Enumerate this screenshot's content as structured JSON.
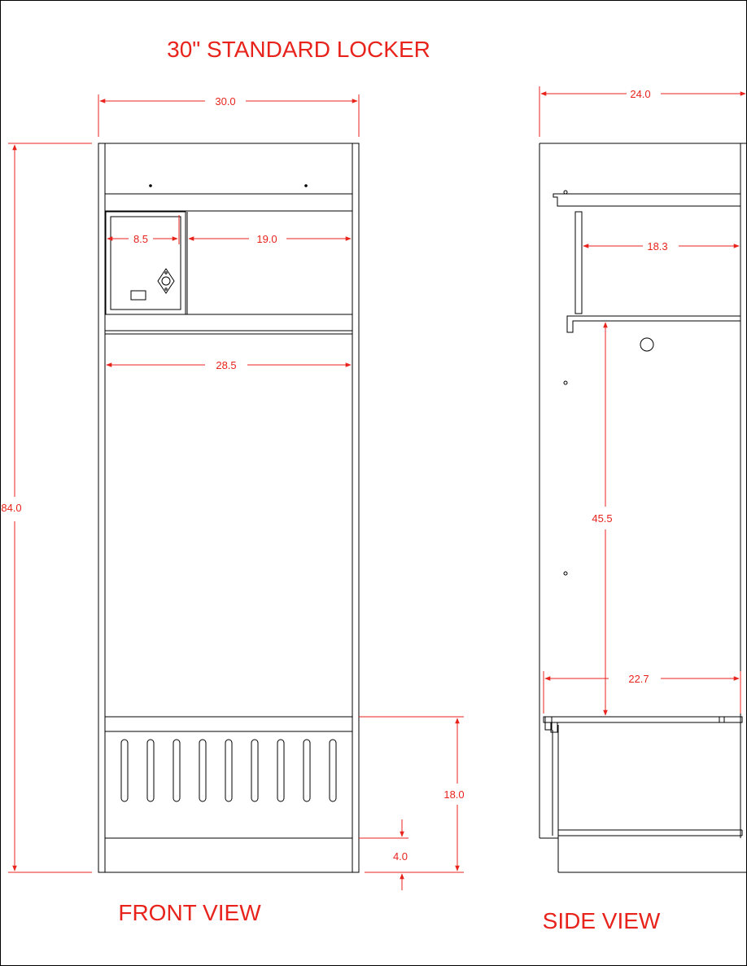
{
  "title": "30\" STANDARD LOCKER",
  "front_view_label": "FRONT VIEW",
  "side_view_label": "SIDE VIEW",
  "dimensions": {
    "front_width": "30.0",
    "height": "84.0",
    "safe_width": "8.5",
    "shelf_width": "19.0",
    "interior_width": "28.5",
    "bottom_section_height": "18.0",
    "base_height": "4.0",
    "side_depth": "24.0",
    "side_shelf_depth": "18.3",
    "side_hang_height": "45.5",
    "side_bottom_depth": "22.7"
  },
  "colors": {
    "line": "#000000",
    "dimension": "#e8231c",
    "title": "#e8231c"
  }
}
